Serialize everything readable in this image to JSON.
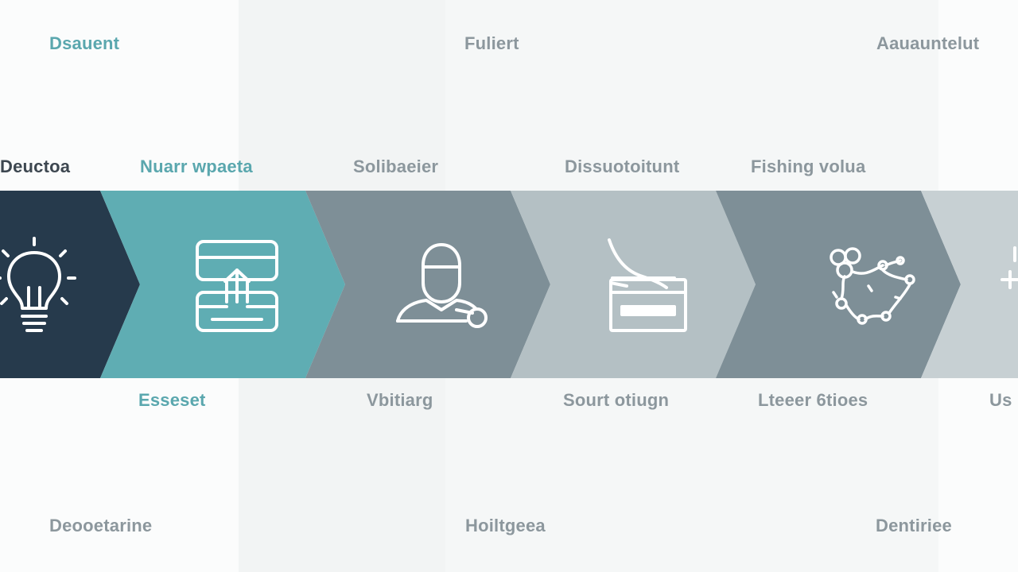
{
  "top_labels": [
    "Dsauent",
    "Fuliert",
    "Aauauntelut"
  ],
  "step_labels": [
    "Deuctoa",
    "Nuarr wpaeta",
    "Solibaeier",
    "Dissuotoitunt",
    "Fishing volua"
  ],
  "below_labels": [
    "Esseset",
    "Vbitiarg",
    "Sourt otiugn",
    "Lteeer 6tioes",
    "Us"
  ],
  "bottom_labels": [
    "Deooetarine",
    "Hoiltgeea",
    "Dentiriee"
  ],
  "steps": [
    {
      "color": "#263a4c",
      "icon": "lightbulb-icon"
    },
    {
      "color": "#5fadb3",
      "icon": "stacked-boxes-icon"
    },
    {
      "color": "#7e8f97",
      "icon": "person-icon"
    },
    {
      "color": "#b4c0c4",
      "icon": "card-document-icon"
    },
    {
      "color": "#7e8f97",
      "icon": "network-nodes-icon"
    },
    {
      "color": "#c7d0d3",
      "icon": "partial-icon"
    }
  ],
  "colors": {
    "teal_text": "#5aa7ae",
    "gray_text": "#8c979d",
    "dark_text": "#3d4750",
    "icon_stroke": "#ffffff"
  }
}
